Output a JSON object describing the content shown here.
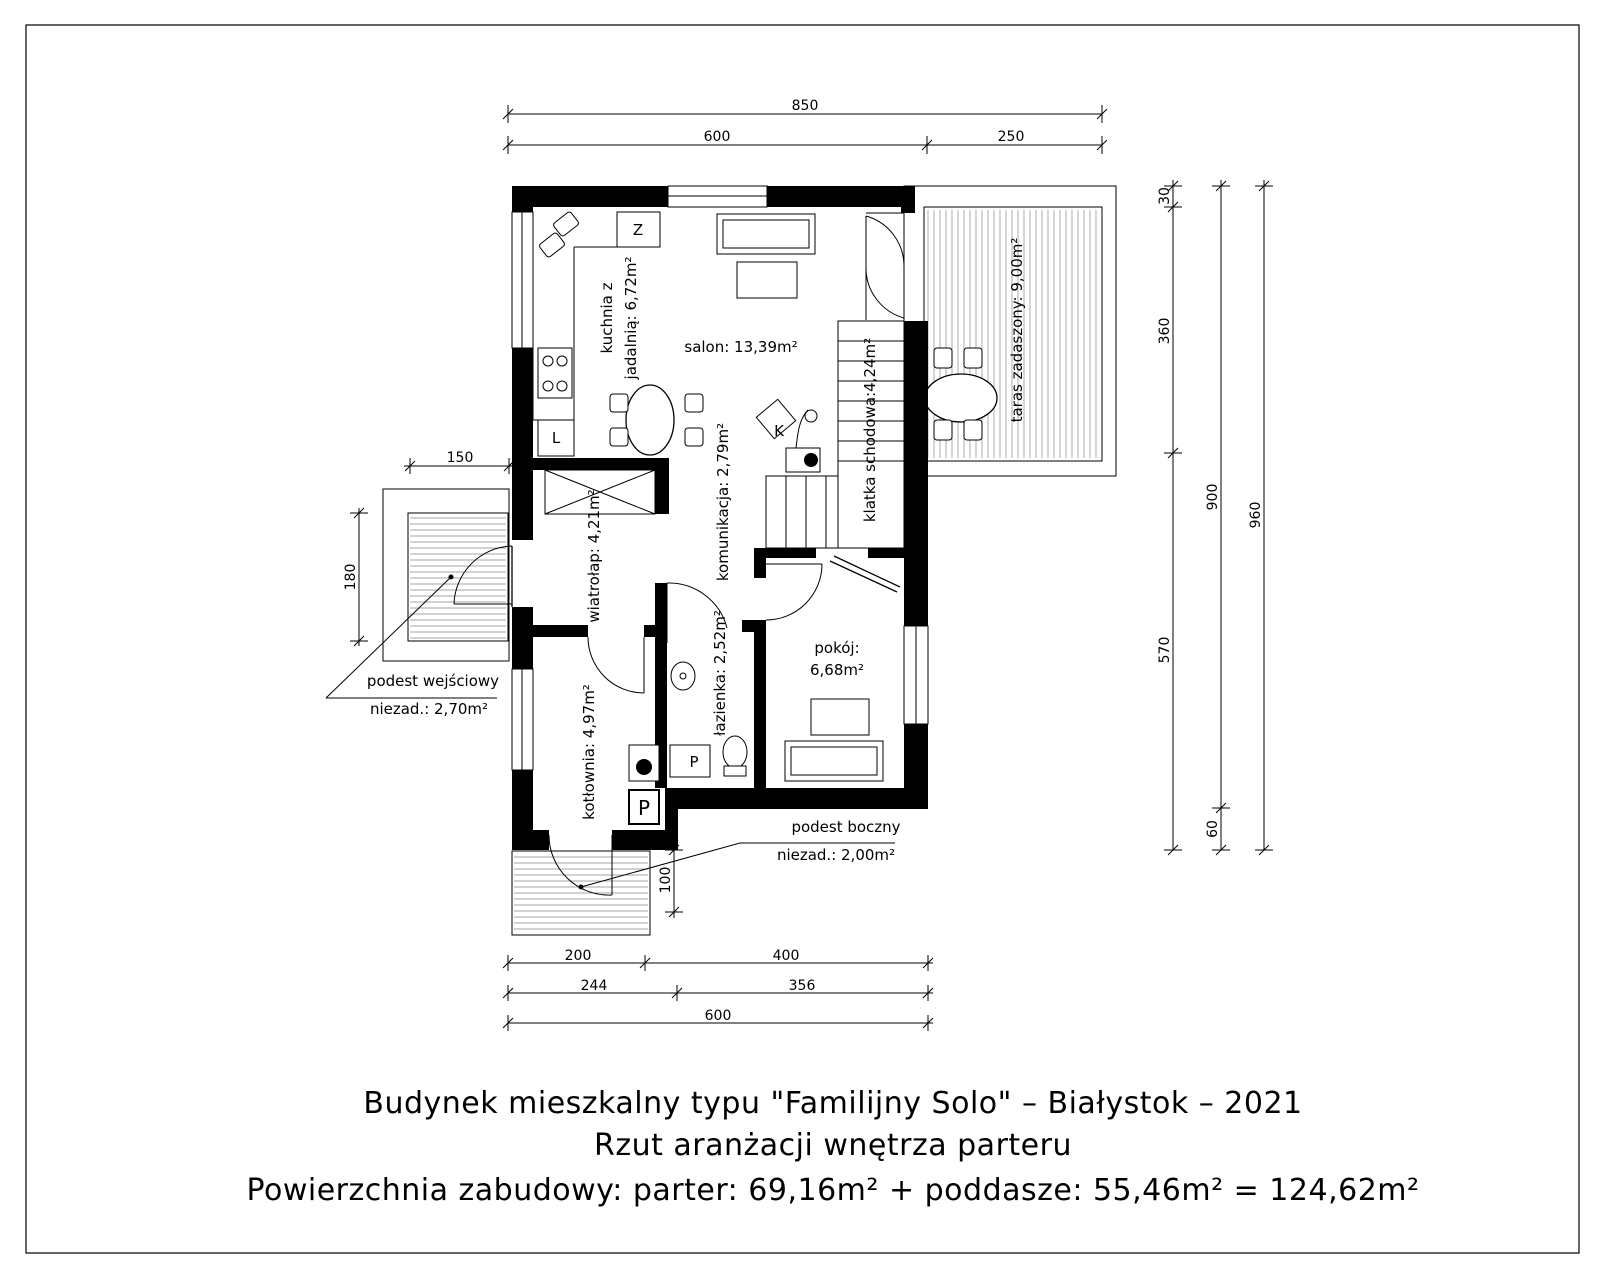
{
  "dimensions": {
    "top_total": "850",
    "top_left": "600",
    "top_right": "250",
    "right_a_30": "30",
    "right_a_360": "360",
    "right_a_570": "570",
    "right_b_900": "900",
    "right_b_60": "60",
    "right_c_960": "960",
    "entry_width": "150",
    "entry_depth": "180",
    "side_depth": "100",
    "bottom_200": "200",
    "bottom_400": "400",
    "bottom_244": "244",
    "bottom_356": "356",
    "bottom_600": "600"
  },
  "rooms": {
    "kitchen_line1": "kuchnia z",
    "kitchen_line2": "jadalnią: 6,72m²",
    "salon": "salon: 13,39m²",
    "komunikacja": "komunikacja: 2,79m²",
    "klatka": "klatka schodowa:4,24m²",
    "taras": "taras zadaszony: 9,00m²",
    "wiatrolap": "wiatrołap: 4,21m²",
    "lazienka": "łazienka: 2,52m²",
    "pokoj_line1": "pokój:",
    "pokoj_line2": "6,68m²",
    "kotlownia": "kotłownia: 4,97m²",
    "podest_wej_line1": "podest wejściowy",
    "podest_wej_line2": "niezad.: 2,70m²",
    "podest_bok_line1": "podest boczny",
    "podest_bok_line2": "niezad.: 2,00m²"
  },
  "symbols": {
    "z": "Z",
    "l": "L",
    "k": "K",
    "p1": "P",
    "p2": "P"
  },
  "title": {
    "line1": "Budynek mieszkalny typu \"Familijny Solo\" – Białystok – 2021",
    "line2": "Rzut aranżacji wnętrza parteru",
    "line3": "Powierzchnia zabudowy: parter: 69,16m² + poddasze: 55,46m² = 124,62m²"
  }
}
